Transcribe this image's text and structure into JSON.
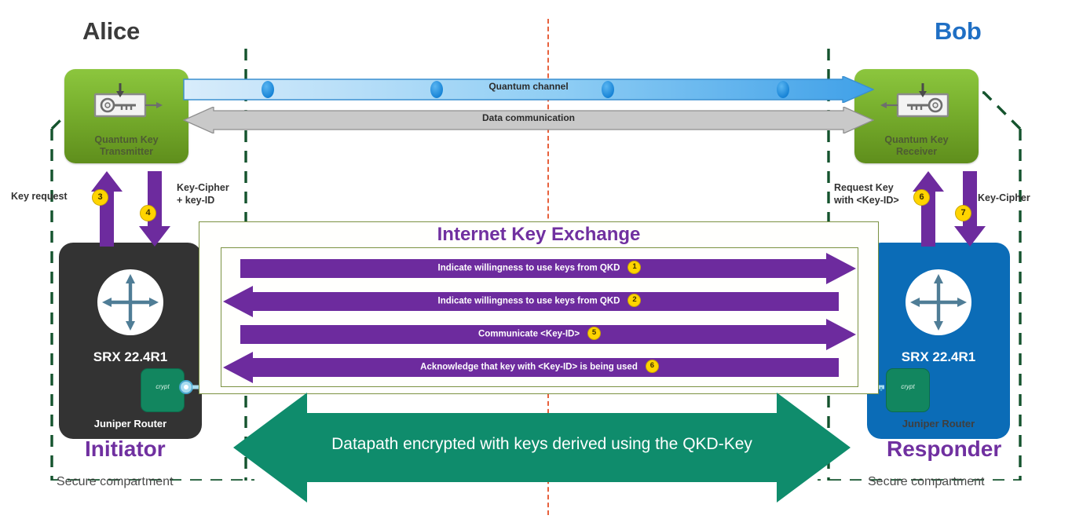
{
  "parties": {
    "left": {
      "title": "Alice",
      "compartment_label": "Secure compartment",
      "role": "Initiator",
      "qkd_device": "Quantum Key\nTransmitter",
      "qkd_device_line1": "Quantum Key",
      "qkd_device_line2": "Transmitter",
      "router_model": "SRX 22.4R1",
      "router_vendor": "Juniper Router",
      "crypt_label": "crypt"
    },
    "right": {
      "title": "Bob",
      "compartment_label": "Secure compartment",
      "role": "Responder",
      "qkd_device_line1": "Quantum Key",
      "qkd_device_line2": "Receiver",
      "router_model": "SRX 22.4R1",
      "router_vendor": "Juniper Router",
      "crypt_label": "crypt"
    }
  },
  "channels": [
    {
      "name": "quantum-channel",
      "label": "Quantum channel",
      "direction": "left-to-right",
      "color": "#4aa8e8"
    },
    {
      "name": "data-communication",
      "label": "Data communication",
      "direction": "bidirectional",
      "color": "#c9c9c9"
    }
  ],
  "ike": {
    "title": "Internet Key Exchange",
    "rows": [
      {
        "label": "Indicate willingness to use keys from QKD",
        "step": "1",
        "direction": "right"
      },
      {
        "label": "Indicate willingness to use keys from QKD",
        "step": "2",
        "direction": "left"
      },
      {
        "label": "Communicate <Key-ID>",
        "step": "5",
        "direction": "right"
      },
      {
        "label": "Acknowledge that key with <Key-ID> is being used",
        "step": "6",
        "direction": "left"
      }
    ]
  },
  "side_arrows": {
    "left": [
      {
        "label": "Key request",
        "step": "3",
        "direction": "up"
      },
      {
        "label_line1": "Key-Cipher",
        "label_line2": "+ key-ID",
        "step": "4",
        "direction": "down"
      }
    ],
    "right": [
      {
        "label_line1": "Request Key",
        "label_line2": "with <Key-ID>",
        "step": "6",
        "direction": "up"
      },
      {
        "label_line1": "Key-Cipher",
        "label_line2": "",
        "step": "7",
        "direction": "down"
      }
    ]
  },
  "datapath": {
    "label": "Datapath encrypted with keys derived using the QKD-Key",
    "color": "#0f8c6c",
    "direction": "bidirectional"
  },
  "colors": {
    "qkd_green": "#7ab22f",
    "router_initiator": "#333333",
    "router_responder": "#0b6cb7",
    "crypt_green": "#12865f",
    "ike_purple": "#7030a0",
    "step_badge": "#ffd400",
    "compartment_dash": "#14532d",
    "center_line": "#e8613c",
    "bob_title": "#1f6fc4",
    "datapath_teal": "#0f8c6c"
  }
}
